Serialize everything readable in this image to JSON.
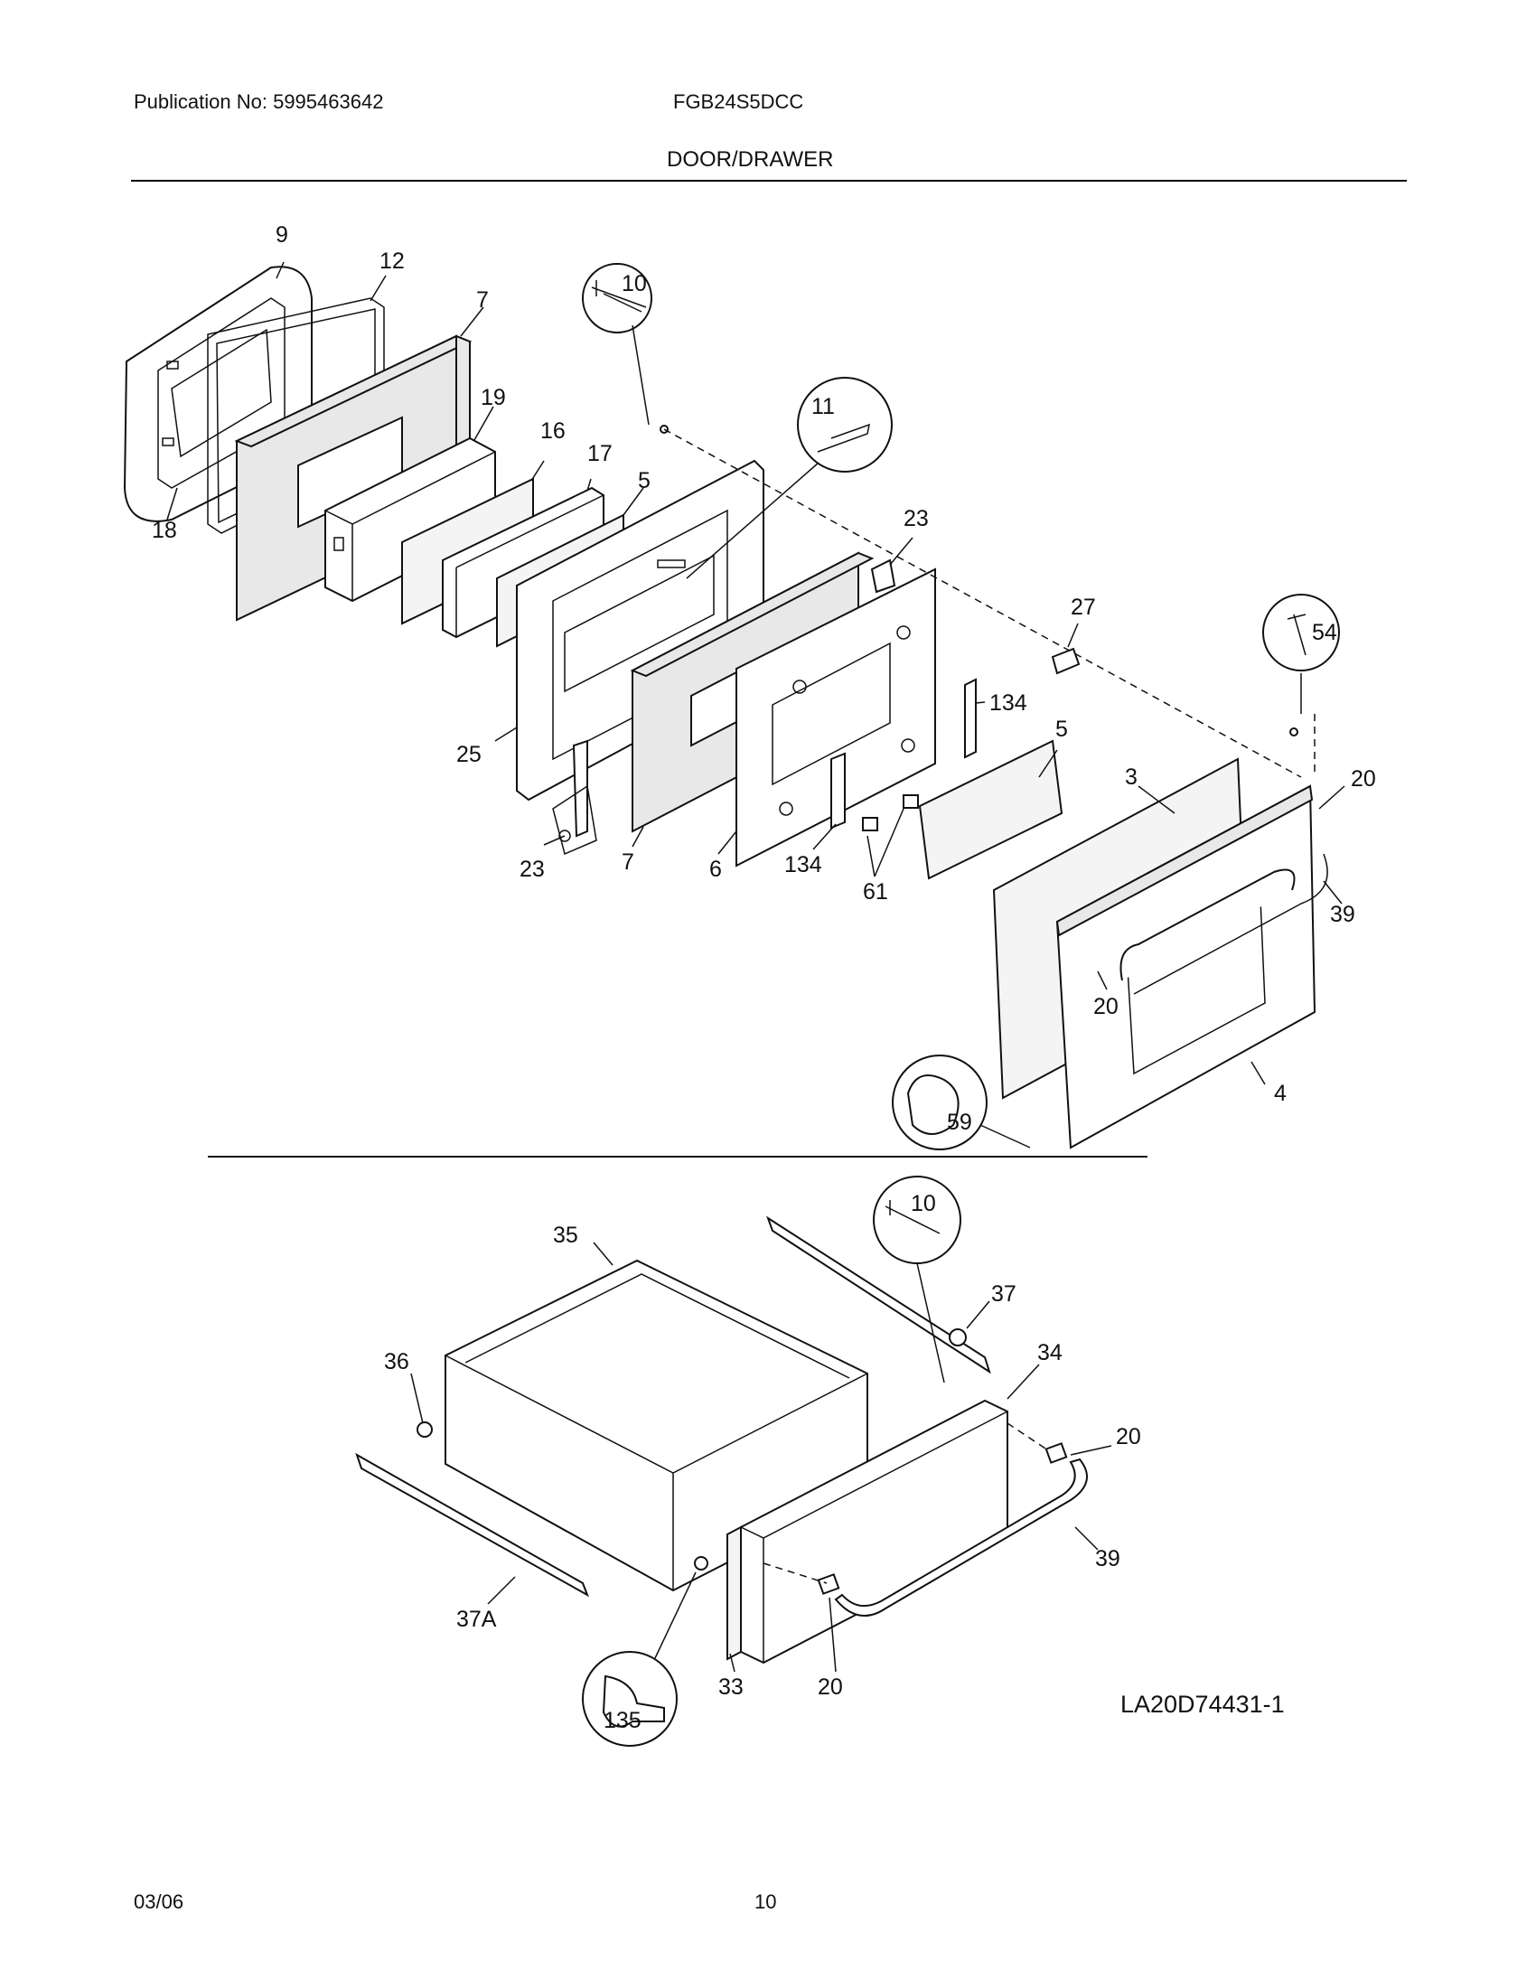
{
  "header": {
    "publication": "Publication No: 5995463642",
    "model": "FGB24S5DCC",
    "section": "DOOR/DRAWER"
  },
  "diagram": {
    "code": "LA20D74431-1",
    "labels": {
      "p9": "9",
      "p12": "12",
      "p7a": "7",
      "p10a": "10",
      "p19": "19",
      "p16": "16",
      "p17": "17",
      "p5a": "5",
      "p11": "11",
      "p18": "18",
      "p23a": "23",
      "p27": "27",
      "p54": "54",
      "p134a": "134",
      "p5b": "5",
      "p3": "3",
      "p20a": "20",
      "p25": "25",
      "p23b": "23",
      "p7b": "7",
      "p6": "6",
      "p134b": "134",
      "p61": "61",
      "p39a": "39",
      "p20b": "20",
      "p4": "4",
      "p59": "59",
      "p10b": "10",
      "p35": "35",
      "p37": "37",
      "p36": "36",
      "p34": "34",
      "p20c": "20",
      "p39b": "39",
      "p37a": "37A",
      "p33": "33",
      "p20d": "20",
      "p135": "135"
    }
  },
  "footer": {
    "date": "03/06",
    "page": "10"
  }
}
